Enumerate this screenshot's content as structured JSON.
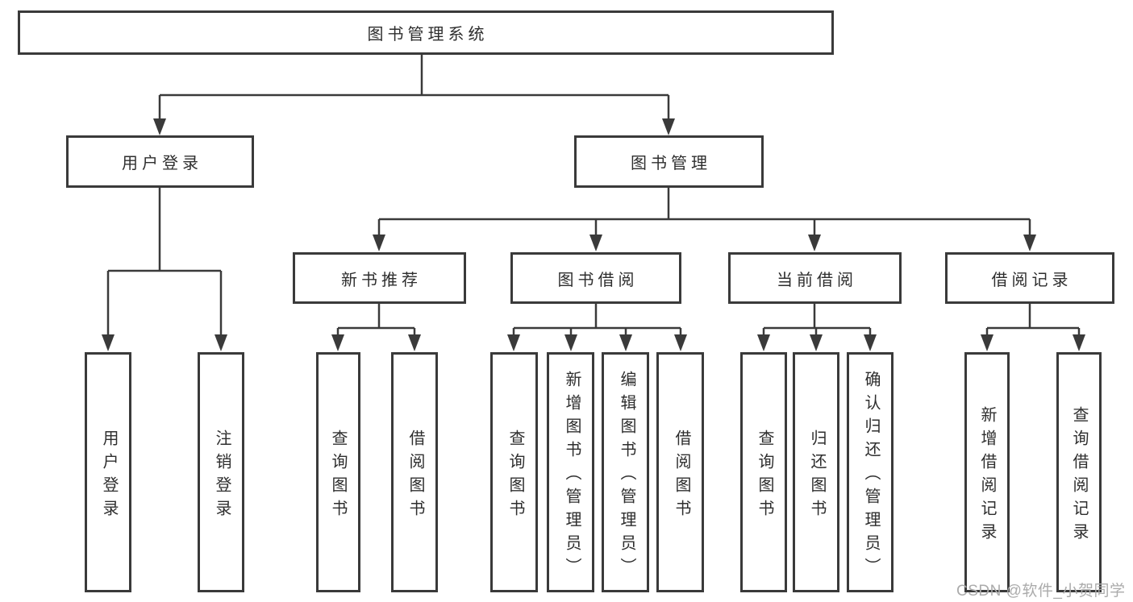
{
  "colors": {
    "line": "#3a3a3a",
    "box_border": "#3a3a3a",
    "text": "#2e2e2e",
    "watermark_gray": "#ababab",
    "background": "#ffffff"
  },
  "tree": {
    "label": "图书管理系统",
    "children": [
      {
        "label": "用户登录",
        "children": [
          {
            "label": "用户登录"
          },
          {
            "label": "注销登录"
          }
        ]
      },
      {
        "label": "图书管理",
        "children": [
          {
            "label": "新书推荐",
            "children": [
              {
                "label": "查询图书"
              },
              {
                "label": "借阅图书"
              }
            ]
          },
          {
            "label": "图书借阅",
            "children": [
              {
                "label": "查询图书"
              },
              {
                "label": "新增图书（管理员）"
              },
              {
                "label": "编辑图书（管理员）"
              },
              {
                "label": "借阅图书"
              }
            ]
          },
          {
            "label": "当前借阅",
            "children": [
              {
                "label": "查询图书"
              },
              {
                "label": "归还图书"
              },
              {
                "label": "确认归还（管理员）"
              }
            ]
          },
          {
            "label": "借阅记录",
            "children": [
              {
                "label": "新增借阅记录"
              },
              {
                "label": "查询借阅记录"
              }
            ]
          }
        ]
      }
    ]
  },
  "watermark": {
    "text": "CSDN @软件_小贺同学"
  }
}
